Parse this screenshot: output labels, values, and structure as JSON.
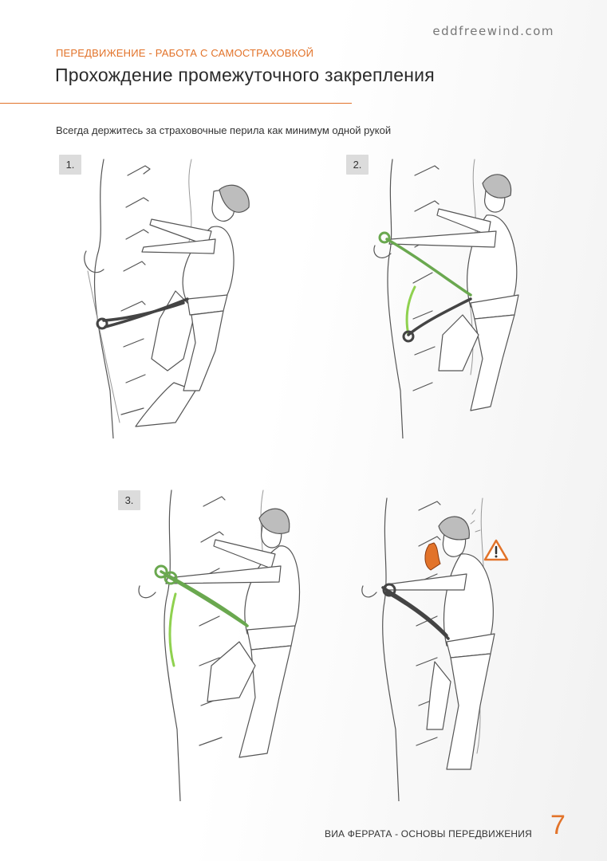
{
  "header": {
    "site": "eddfreewind.com",
    "section": "ПЕРЕДВИЖЕНИЕ - РАБОТА С САМОСТРАХОВКОЙ",
    "title": "Прохождение промежуточного закрепления",
    "subtitle": "Всегда держитесь за страховочные перила как минимум одной рукой"
  },
  "steps": [
    {
      "label": "1."
    },
    {
      "label": "2."
    },
    {
      "label": "3."
    }
  ],
  "footer": {
    "text": "ВИА ФЕРРАТА - ОСНОВЫ ПЕРЕДВИЖЕНИЯ",
    "page": "7"
  },
  "colors": {
    "accent": "#e2732a",
    "lanyard_green": "#6aa84f",
    "arrow_green": "#8fd14f",
    "warning": "#e2732a"
  },
  "icons": [
    "warning-icon"
  ]
}
